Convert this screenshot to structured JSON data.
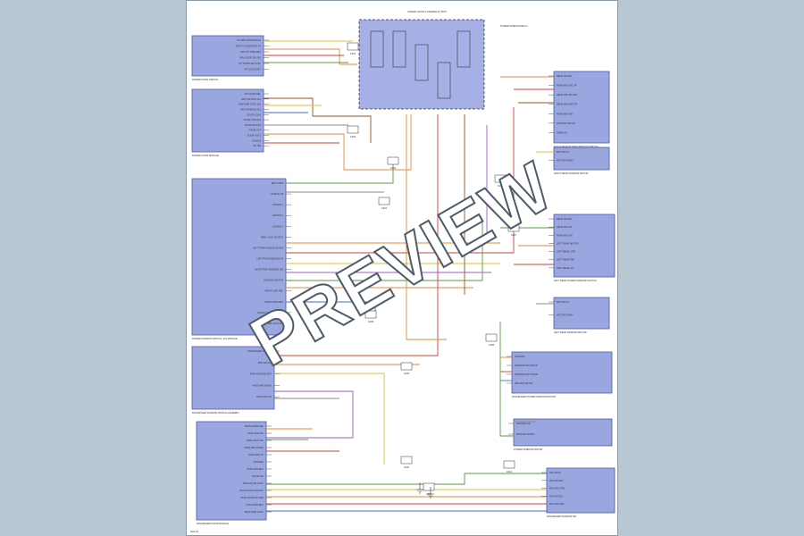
{
  "watermark": "PREVIEW",
  "page_ref": "SW-31",
  "colors": {
    "page_bg": "#b9c7d3",
    "sheet": "#ffffff",
    "module_fill": "#9aa6e0",
    "module_stroke": "#4b5aa8",
    "wire_yellow": "#d8c23a",
    "wire_orange": "#e08a3a",
    "wire_red": "#c8443c",
    "wire_green": "#5b9a4a",
    "wire_blue": "#3d6fc0",
    "wire_violet": "#9c5bc0",
    "wire_gray": "#8a8a8a",
    "wire_brown": "#8a5a2a"
  },
  "modules": [
    {
      "id": "m1",
      "caption": "DRIVER DOOR SWITCH",
      "pins": [
        "P/T DRV DOOR SW-IN",
        "DRV P/T DOOR RET IN",
        "DRV P/T PWR RET",
        "DRV DOOR SW SIG",
        "P/T DOOR SW CTRL",
        "P/T DOOR RET"
      ]
    },
    {
      "id": "m2",
      "caption": "DRIVER DOOR MODULE",
      "pins": [
        "P/T DOOR REL",
        "DRV SW RUN SIG",
        "DRV PWR CTRL SIG",
        "DRV WINDOW SIG",
        "DOOR LOCK",
        "DOOR UNLOCK",
        "DOOR MOTOR",
        "FOOR OUT",
        "FOOR OUT2",
        "LIN BUS",
        "LIN SW"
      ]
    },
    {
      "id": "m3",
      "caption": "DRIVER WINDOW SWITCH / LIN MODULE",
      "pins": [
        "BATT PWR",
        "LIN BUS FM",
        "LIN BUS 2",
        "LIN BUS 3",
        "LIN BUS 4",
        "REM LOCK OUTPUT",
        "LEFT PWR WINDOW DOWN",
        "LEFT PWR WINDOW UP",
        "RIGHT PWR WINDOW SW",
        "WINDOW MOTOR",
        "FRONT WIN REL",
        "FRONT WIN DRV",
        "FRONT WINDOW CTRL",
        "PWR LOCK SIG"
      ]
    },
    {
      "id": "m4",
      "caption": "PASSENGER WINDOW SWITCH ASSEMBLY",
      "pins": [
        "PASSENGER WIN SW",
        "WIN SW SIG",
        "PWR WINDOW RET",
        "PASS WIN DOWN",
        "PASS WIN UP"
      ]
    },
    {
      "id": "m5",
      "caption": "PASSENGER DOOR MODULE",
      "pins": [
        "PASS DOOR REL",
        "PASS WIN SIG",
        "PWR LOCK SIG",
        "PASS WIN DOWN",
        "PASS WIN UP",
        "GROUND",
        "PASS WIN RET",
        "DOOR SIG",
        "PASS DOOR LOCK",
        "PASS DOOR UNLOCK",
        "PASS DOOR MOTOR",
        "PASS PWR RET",
        "PASS PWR LOCK"
      ]
    },
    {
      "id": "m6",
      "caption": "RIGHT REAR POWER WINDOW SWITCH",
      "pins": [
        "REAR SW SIG",
        "REAR WIN SIG UP",
        "REAR WIN SIG DN",
        "REAR WIN MOTOR",
        "REAR WIN RET",
        "WINDOW SW LIN",
        "REAR LIN"
      ]
    },
    {
      "id": "m7",
      "caption": "RIGHT REAR WINDOW MOTOR",
      "pins": [
        "MOTOR UP",
        "MOTOR DOWN"
      ]
    },
    {
      "id": "m8",
      "caption": "LEFT REAR POWER WINDOW SWITCH",
      "pins": [
        "REAR SW SIG",
        "REAR WIN UP",
        "REAR WIN DN",
        "LEFT REAR MOTOR",
        "LEFT REAR CTRL",
        "LEFT REAR RET",
        "LEFT REAR LIN"
      ]
    },
    {
      "id": "m9",
      "caption": "LEFT REAR WINDOW MOTOR",
      "pins": [
        "MOTOR UP",
        "MOTOR DOWN"
      ]
    },
    {
      "id": "m10",
      "caption": "PASSENGER POWER WINDOW MOTOR",
      "pins": [
        "GROUND",
        "WINDOW MOTOR UP",
        "WINDOW MOTOR DN",
        "WIN MOTOR SIG"
      ]
    },
    {
      "id": "m11",
      "caption": "POWER WINDOW MOTOR",
      "pins": [
        "WINDOW UP",
        "WINDOW DOWN"
      ]
    },
    {
      "id": "m12",
      "caption": "PASSENGER WINDOW SW",
      "pins": [
        "P/W SW IN",
        "P/W SW RET",
        "P/W SW CTRL",
        "P/W SW SIG",
        "P/W SW GND"
      ]
    }
  ],
  "fuse_box": {
    "title": "UNDER HOOD FUSE/RELAY BOX",
    "side_note": "POWER WINDOW RELAY"
  },
  "connectors": [
    "C201",
    "C202",
    "C203",
    "C204",
    "C205",
    "C206",
    "C207",
    "C208",
    "C209",
    "C210",
    "C211",
    "C212"
  ]
}
